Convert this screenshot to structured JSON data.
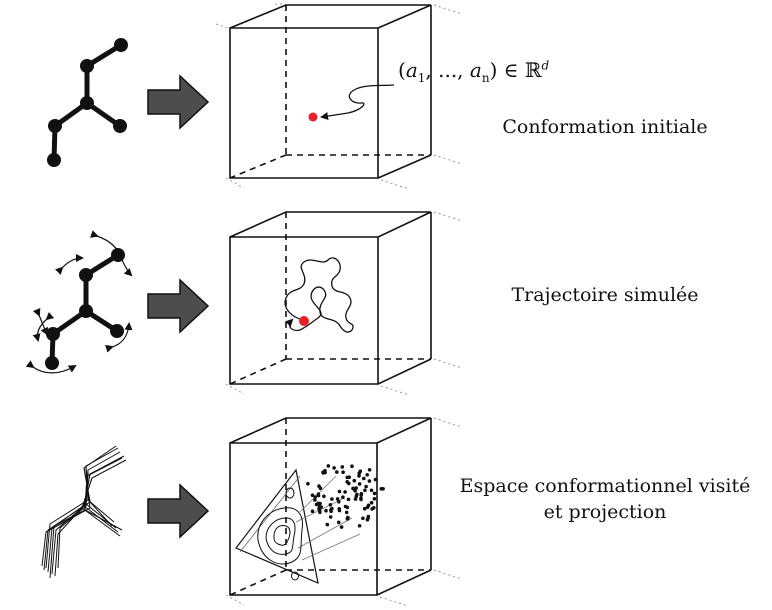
{
  "captions": {
    "row1": "Conformation initiale",
    "row2": "Trajectoire simulée",
    "row3_line1": "Espace conformationnel visité",
    "row3_line2": "et projection"
  },
  "math_label": {
    "open": "(",
    "a": "a",
    "sub1": "1",
    "mid": ", ..., ",
    "subn": "n",
    "close": ") ∈ ",
    "R": "ℝ",
    "d": "d"
  },
  "colors": {
    "line": "#111111",
    "arrow_fill": "#4d4d4d",
    "highlight_point": "#e8202a"
  }
}
